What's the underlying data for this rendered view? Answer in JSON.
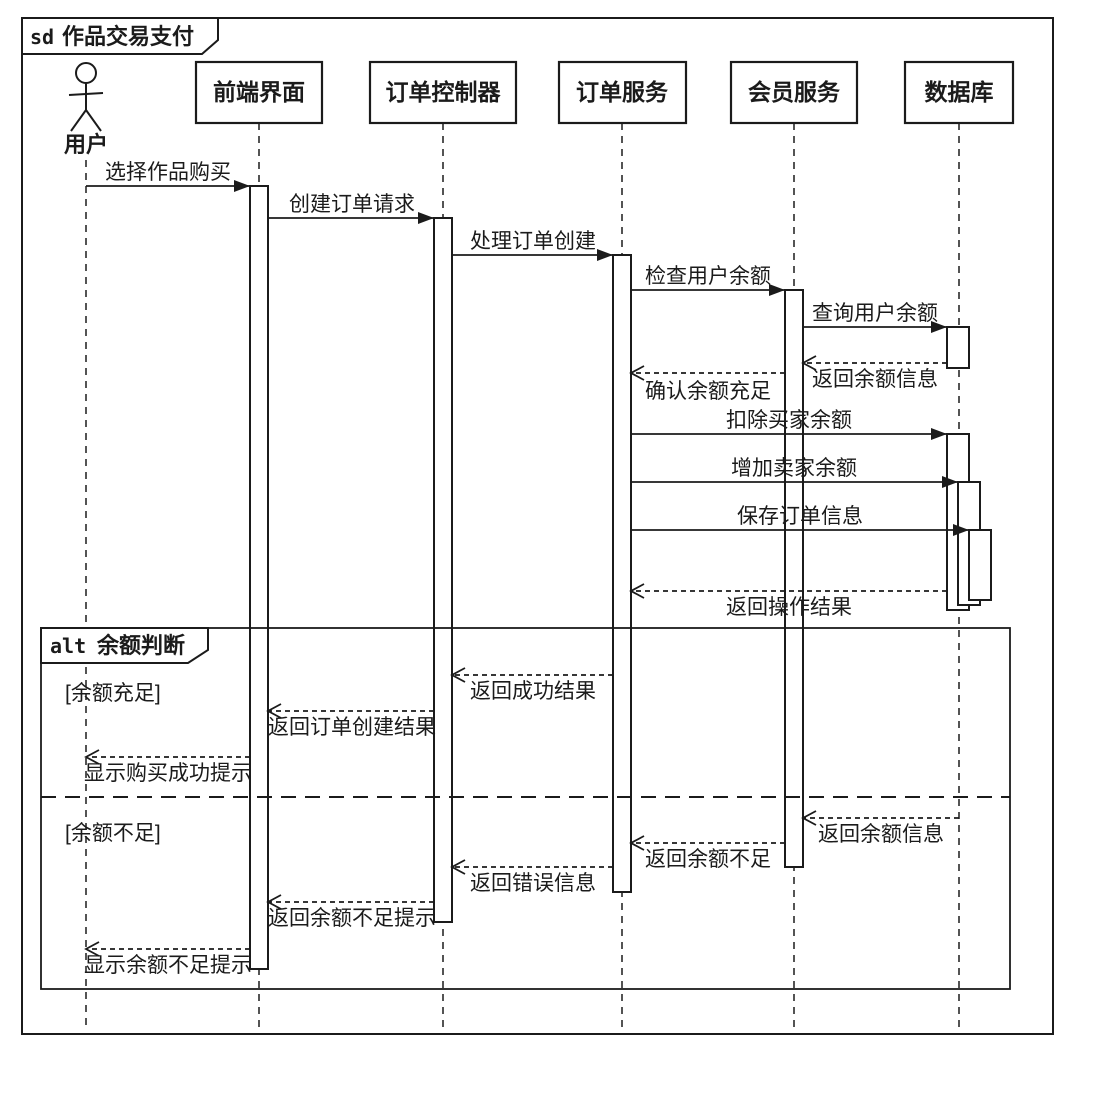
{
  "frame": {
    "keyword": "sd",
    "title": "作品交易支付"
  },
  "participants": [
    {
      "id": "user",
      "label": "用户",
      "kind": "actor"
    },
    {
      "id": "frontend",
      "label": "前端界面",
      "kind": "object"
    },
    {
      "id": "order-controller",
      "label": "订单控制器",
      "kind": "object"
    },
    {
      "id": "order-service",
      "label": "订单服务",
      "kind": "object"
    },
    {
      "id": "member-service",
      "label": "会员服务",
      "kind": "object"
    },
    {
      "id": "database",
      "label": "数据库",
      "kind": "object"
    }
  ],
  "messages": [
    {
      "label": "选择作品购买",
      "from": "用户",
      "to": "前端界面",
      "style": "sync"
    },
    {
      "label": "创建订单请求",
      "from": "前端界面",
      "to": "订单控制器",
      "style": "sync"
    },
    {
      "label": "处理订单创建",
      "from": "订单控制器",
      "to": "订单服务",
      "style": "sync"
    },
    {
      "label": "检查用户余额",
      "from": "订单服务",
      "to": "会员服务",
      "style": "sync"
    },
    {
      "label": "查询用户余额",
      "from": "会员服务",
      "to": "数据库",
      "style": "sync"
    },
    {
      "label": "返回余额信息",
      "from": "数据库",
      "to": "会员服务",
      "style": "return"
    },
    {
      "label": "确认余额充足",
      "from": "会员服务",
      "to": "订单服务",
      "style": "return"
    },
    {
      "label": "扣除买家余额",
      "from": "订单服务",
      "to": "数据库",
      "style": "sync"
    },
    {
      "label": "增加卖家余额",
      "from": "订单服务",
      "to": "数据库",
      "style": "sync"
    },
    {
      "label": "保存订单信息",
      "from": "订单服务",
      "to": "数据库",
      "style": "sync"
    },
    {
      "label": "返回操作结果",
      "from": "数据库",
      "to": "订单服务",
      "style": "return"
    },
    {
      "label": "返回成功结果",
      "from": "订单服务",
      "to": "订单控制器",
      "style": "return"
    },
    {
      "label": "返回订单创建结果",
      "from": "订单控制器",
      "to": "前端界面",
      "style": "return"
    },
    {
      "label": "显示购买成功提示",
      "from": "前端界面",
      "to": "用户",
      "style": "return"
    },
    {
      "label": "返回余额信息",
      "from": "数据库",
      "to": "会员服务",
      "style": "return"
    },
    {
      "label": "返回余额不足",
      "from": "会员服务",
      "to": "订单服务",
      "style": "return"
    },
    {
      "label": "返回错误信息",
      "from": "订单服务",
      "to": "订单控制器",
      "style": "return"
    },
    {
      "label": "返回余额不足提示",
      "from": "订单控制器",
      "to": "前端界面",
      "style": "return"
    },
    {
      "label": "显示余额不足提示",
      "from": "前端界面",
      "to": "用户",
      "style": "return"
    }
  ],
  "alt": {
    "keyword": "alt",
    "title": "余额判断",
    "branches": [
      {
        "guard": "[余额充足]"
      },
      {
        "guard": "[余额不足]"
      }
    ]
  },
  "colors": {
    "stroke": "#1b1b1b",
    "background": "#ffffff",
    "text": "#1b1b1b"
  }
}
